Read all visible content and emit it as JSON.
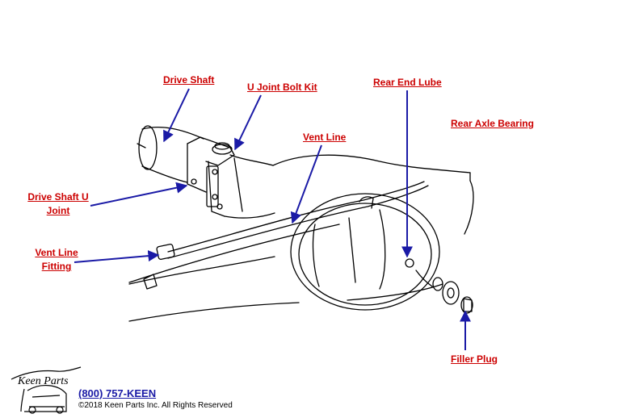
{
  "labels": {
    "drive_shaft": "Drive Shaft",
    "u_joint_bolt_kit": "U Joint Bolt Kit",
    "rear_end_lube": "Rear End Lube",
    "rear_axle_bearing": "Rear Axle Bearing",
    "vent_line": "Vent Line",
    "drive_shaft_u_joint_line1": "Drive Shaft U",
    "drive_shaft_u_joint_line2": "Joint",
    "vent_line_fitting_line1": "Vent Line",
    "vent_line_fitting_line2": "Fitting",
    "filler_plug": "Filler Plug"
  },
  "footer": {
    "logo_text": "Keen Parts",
    "phone": "(800) 757-KEEN",
    "copyright": "©2018 Keen Parts Inc. All Rights Reserved"
  },
  "colors": {
    "label": "#cc0000",
    "arrow": "#1a1aa6",
    "drawing": "#000000"
  }
}
